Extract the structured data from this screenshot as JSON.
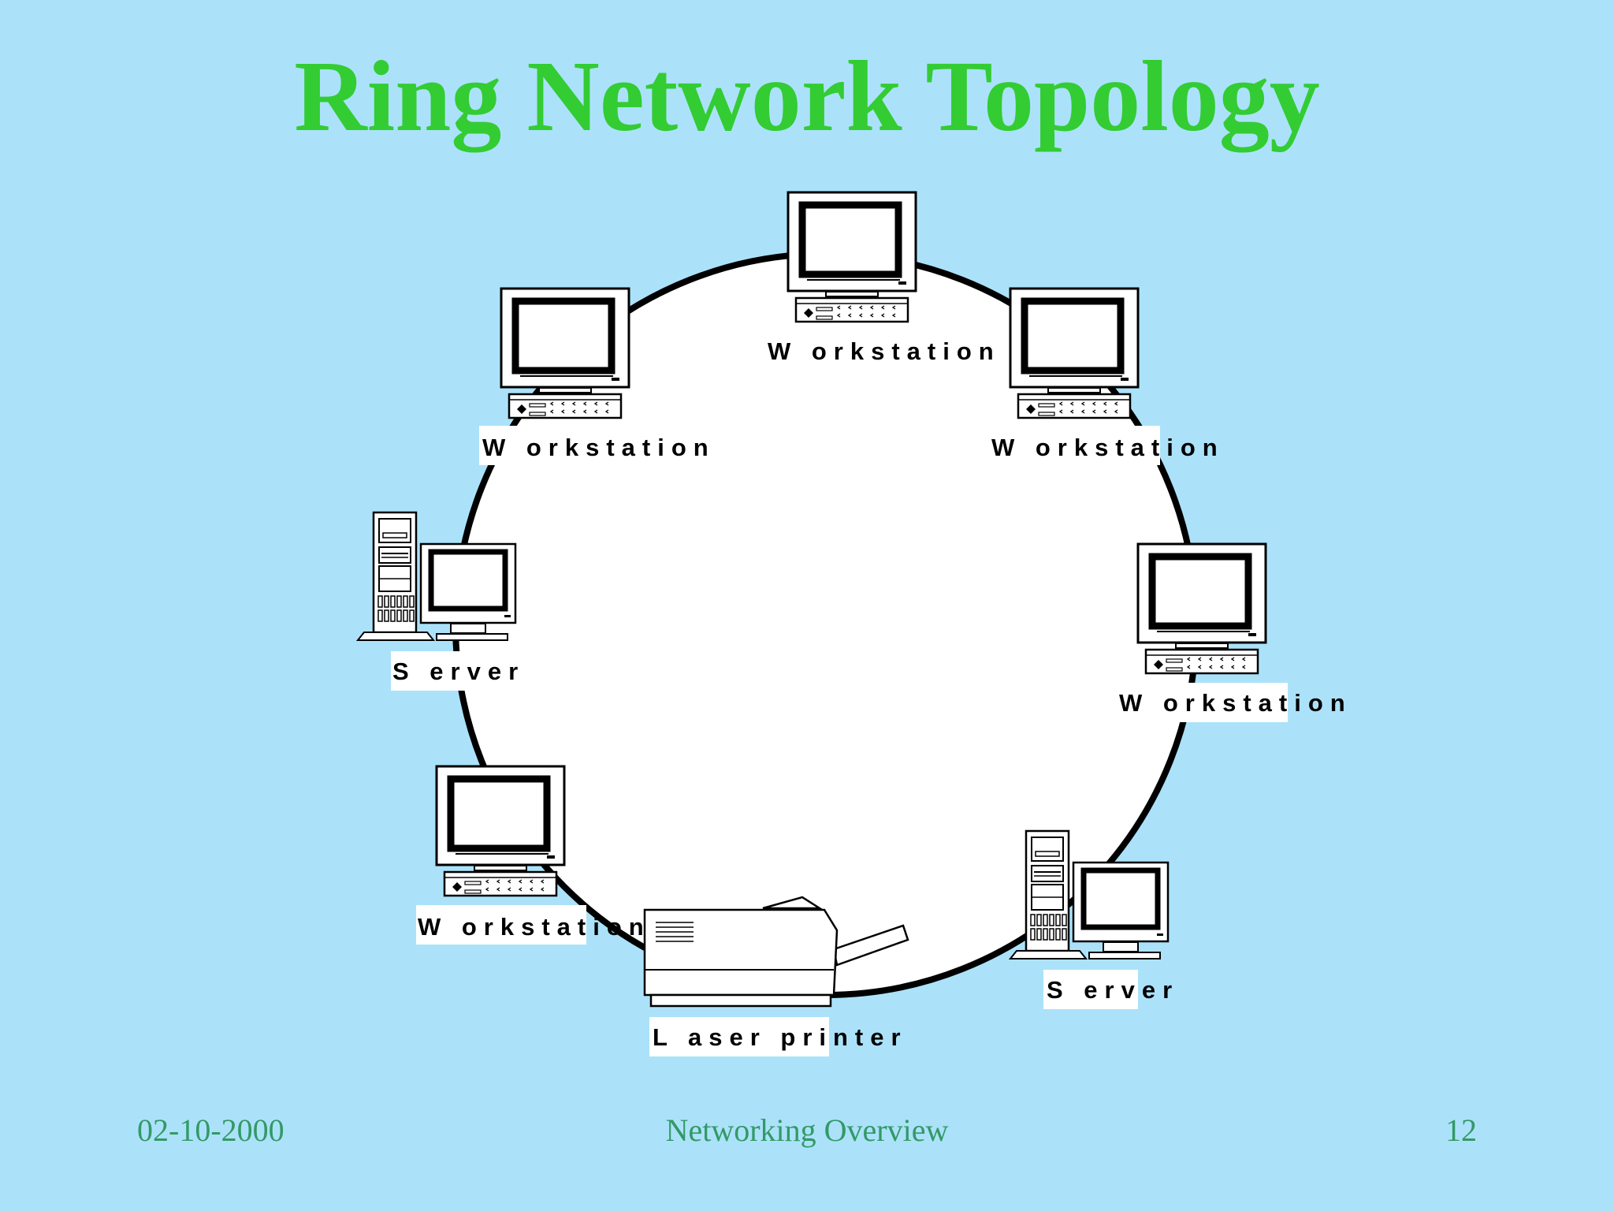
{
  "slide": {
    "title": "Ring Network Topology"
  },
  "diagram": {
    "type": "ring-topology",
    "nodes": [
      {
        "kind": "workstation",
        "label": "W orkstation"
      },
      {
        "kind": "workstation",
        "label": "W orkstation"
      },
      {
        "kind": "workstation",
        "label": "W orkstation"
      },
      {
        "kind": "server",
        "label": "S erver"
      },
      {
        "kind": "workstation",
        "label": "W orkstation"
      },
      {
        "kind": "workstation",
        "label": "W orkstation"
      },
      {
        "kind": "laser-printer",
        "label": "L aser printer"
      },
      {
        "kind": "server",
        "label": "S erver"
      }
    ]
  },
  "footer": {
    "date": "02-10-2000",
    "title": "Networking Overview",
    "page": "12"
  },
  "colors": {
    "background": "#abe2fa",
    "title": "#33cc33",
    "footer": "#339966",
    "ring_fill": "#ffffff",
    "ring_stroke": "#000000"
  }
}
